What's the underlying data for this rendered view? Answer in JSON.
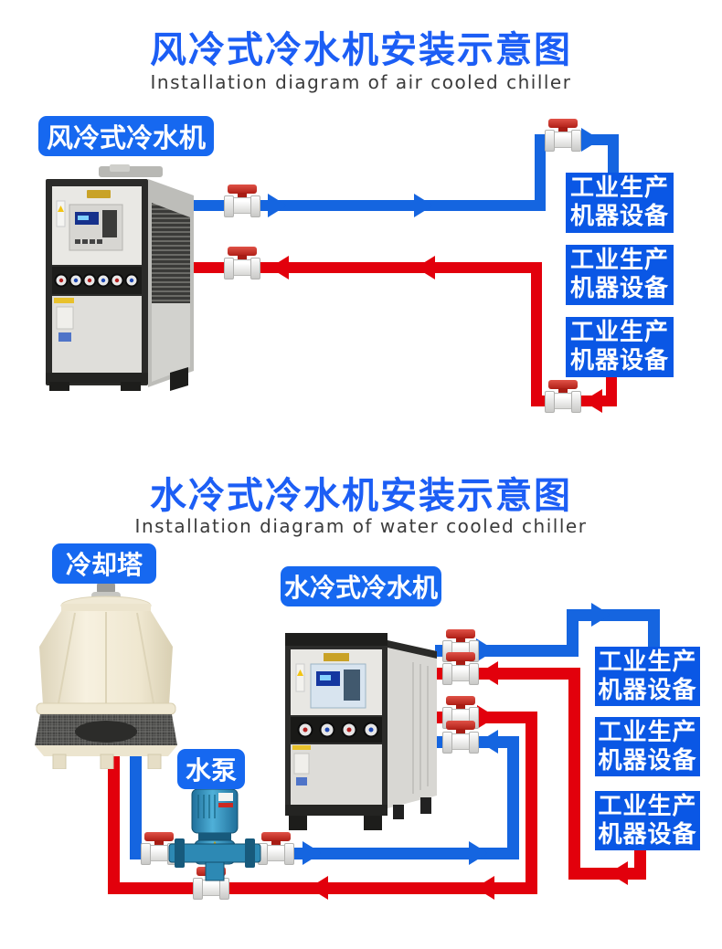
{
  "colors": {
    "pipe_blue": "#1565e0",
    "pipe_red": "#e2000c",
    "label_bg": "#1668f0",
    "box_bg": "#0a57e5",
    "title_blue": "#1c5ef5",
    "subtitle_gray": "#3b3b3b"
  },
  "icons": {
    "ball_valve": "white PVC ball valve with red T-handle",
    "flow_arrow": "solid triangle matching pipe color",
    "air_cooled_chiller": "gray industrial chiller cabinet photo",
    "water_cooled_chiller": "gray industrial chiller cabinet photo",
    "cooling_tower": "round ivory FRP cooling tower photo",
    "water_pump": "blue vertical inline pump photo"
  },
  "sections": {
    "air": {
      "title": "风冷式冷水机安装示意图",
      "subtitle": "Installation diagram of air cooled chiller",
      "chiller_label": "风冷式冷水机",
      "equipment_boxes": [
        {
          "line1": "工业生产",
          "line2": "机器设备"
        },
        {
          "line1": "工业生产",
          "line2": "机器设备"
        },
        {
          "line1": "工业生产",
          "line2": "机器设备"
        }
      ]
    },
    "water": {
      "title": "水冷式冷水机安装示意图",
      "subtitle": "Installation diagram of water cooled chiller",
      "tower_label": "冷却塔",
      "chiller_label": "水冷式冷水机",
      "pump_label": "水泵",
      "equipment_boxes": [
        {
          "line1": "工业生产",
          "line2": "机器设备"
        },
        {
          "line1": "工业生产",
          "line2": "机器设备"
        },
        {
          "line1": "工业生产",
          "line2": "机器设备"
        }
      ]
    }
  }
}
